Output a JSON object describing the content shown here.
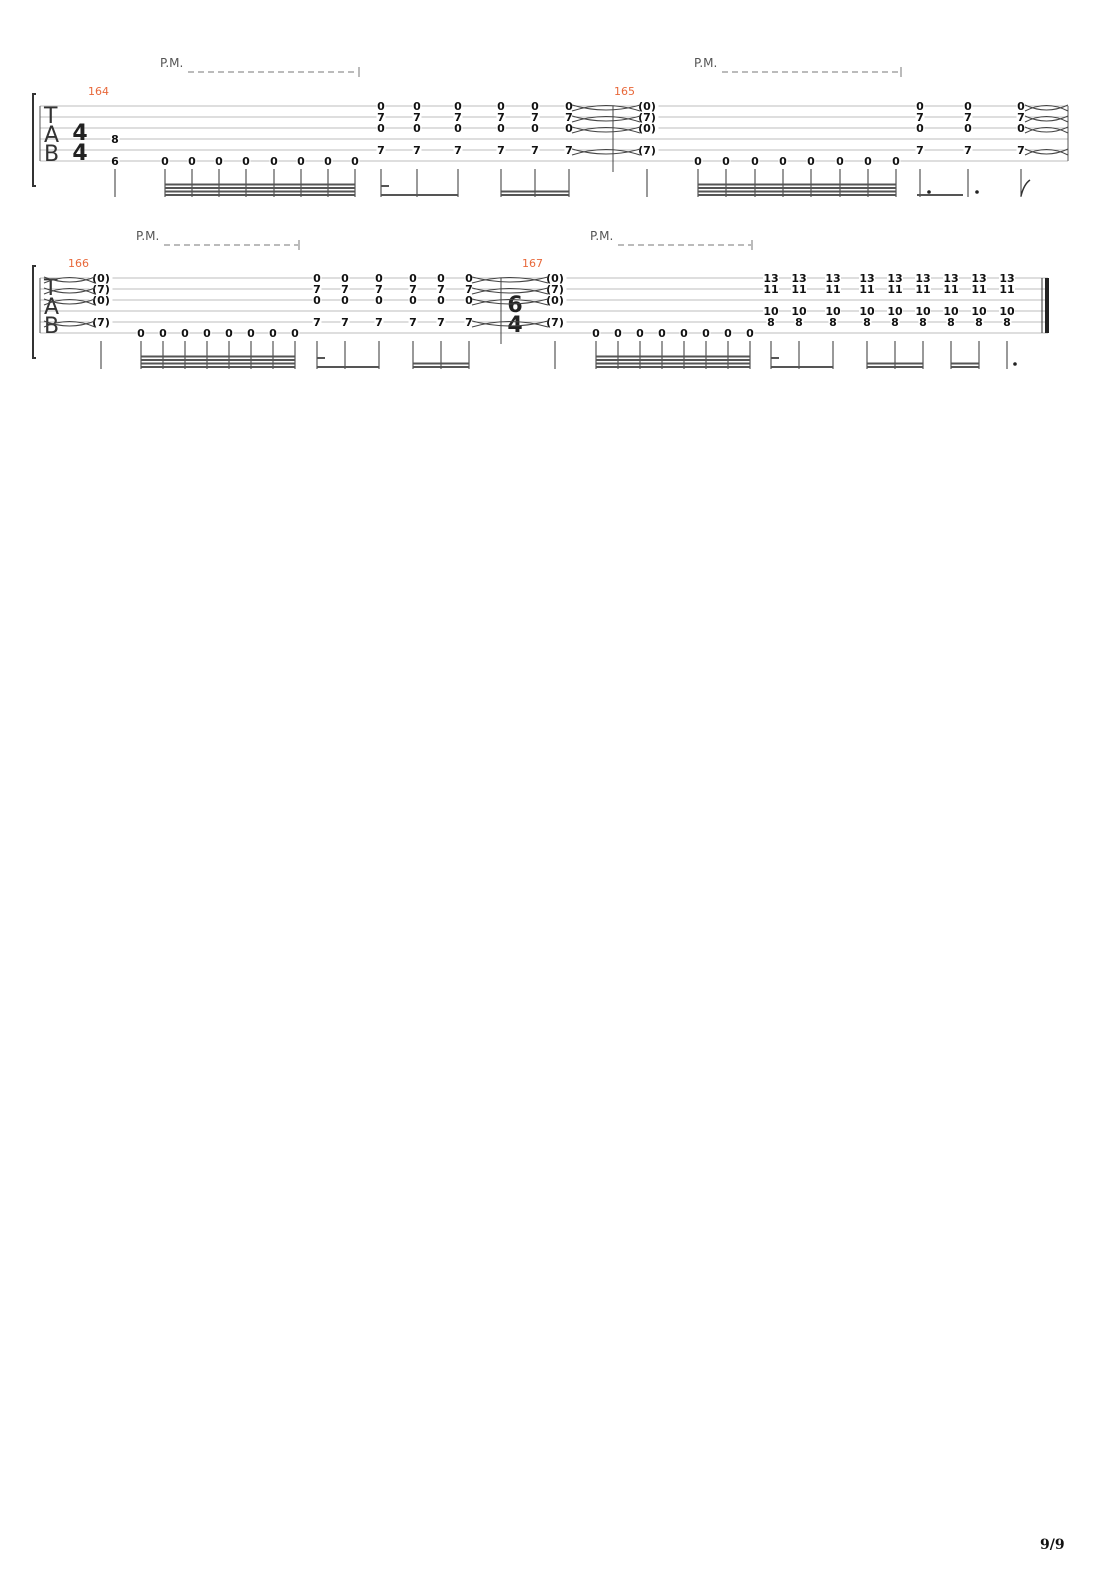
{
  "page": {
    "number_label": "9/9"
  },
  "palm_mute_label": "P.M.",
  "clef_letters": [
    "T",
    "A",
    "B"
  ],
  "systems": [
    {
      "palm_mutes": [
        {
          "label": "P.M."
        },
        {
          "label": "P.M."
        }
      ],
      "measures": [
        {
          "number": "164",
          "time_signature": {
            "top": "4",
            "bottom": "4"
          },
          "events": [
            {
              "notes": [
                {
                  "s": 4,
                  "f": "8"
                },
                {
                  "s": 6,
                  "f": "6"
                }
              ]
            },
            {
              "notes": [
                {
                  "s": 6,
                  "f": "0"
                }
              ]
            },
            {
              "notes": [
                {
                  "s": 6,
                  "f": "0"
                }
              ]
            },
            {
              "notes": [
                {
                  "s": 6,
                  "f": "0"
                }
              ]
            },
            {
              "notes": [
                {
                  "s": 6,
                  "f": "0"
                }
              ]
            },
            {
              "notes": [
                {
                  "s": 6,
                  "f": "0"
                }
              ]
            },
            {
              "notes": [
                {
                  "s": 6,
                  "f": "0"
                }
              ]
            },
            {
              "notes": [
                {
                  "s": 6,
                  "f": "0"
                }
              ]
            },
            {
              "notes": [
                {
                  "s": 6,
                  "f": "0"
                }
              ]
            },
            {
              "notes": [
                {
                  "s": 1,
                  "f": "0"
                },
                {
                  "s": 2,
                  "f": "7"
                },
                {
                  "s": 3,
                  "f": "0"
                },
                {
                  "s": 5,
                  "f": "7"
                }
              ]
            },
            {
              "notes": [
                {
                  "s": 1,
                  "f": "0"
                },
                {
                  "s": 2,
                  "f": "7"
                },
                {
                  "s": 3,
                  "f": "0"
                },
                {
                  "s": 5,
                  "f": "7"
                }
              ]
            },
            {
              "notes": [
                {
                  "s": 1,
                  "f": "0"
                },
                {
                  "s": 2,
                  "f": "7"
                },
                {
                  "s": 3,
                  "f": "0"
                },
                {
                  "s": 5,
                  "f": "7"
                }
              ]
            },
            {
              "notes": [
                {
                  "s": 1,
                  "f": "0"
                },
                {
                  "s": 2,
                  "f": "7"
                },
                {
                  "s": 3,
                  "f": "0"
                },
                {
                  "s": 5,
                  "f": "7"
                }
              ]
            },
            {
              "notes": [
                {
                  "s": 1,
                  "f": "0"
                },
                {
                  "s": 2,
                  "f": "7"
                },
                {
                  "s": 3,
                  "f": "0"
                },
                {
                  "s": 5,
                  "f": "7"
                }
              ]
            },
            {
              "notes": [
                {
                  "s": 1,
                  "f": "0"
                },
                {
                  "s": 2,
                  "f": "7"
                },
                {
                  "s": 3,
                  "f": "0"
                },
                {
                  "s": 5,
                  "f": "7"
                }
              ]
            }
          ]
        },
        {
          "number": "165",
          "events": [
            {
              "notes": [
                {
                  "s": 1,
                  "f": "(0)"
                },
                {
                  "s": 2,
                  "f": "(7)"
                },
                {
                  "s": 3,
                  "f": "(0)"
                },
                {
                  "s": 5,
                  "f": "(7)"
                }
              ]
            },
            {
              "notes": [
                {
                  "s": 6,
                  "f": "0"
                }
              ]
            },
            {
              "notes": [
                {
                  "s": 6,
                  "f": "0"
                }
              ]
            },
            {
              "notes": [
                {
                  "s": 6,
                  "f": "0"
                }
              ]
            },
            {
              "notes": [
                {
                  "s": 6,
                  "f": "0"
                }
              ]
            },
            {
              "notes": [
                {
                  "s": 6,
                  "f": "0"
                }
              ]
            },
            {
              "notes": [
                {
                  "s": 6,
                  "f": "0"
                }
              ]
            },
            {
              "notes": [
                {
                  "s": 6,
                  "f": "0"
                }
              ]
            },
            {
              "notes": [
                {
                  "s": 6,
                  "f": "0"
                }
              ]
            },
            {
              "notes": [
                {
                  "s": 1,
                  "f": "0"
                },
                {
                  "s": 2,
                  "f": "7"
                },
                {
                  "s": 3,
                  "f": "0"
                },
                {
                  "s": 5,
                  "f": "7"
                }
              ]
            },
            {
              "notes": [
                {
                  "s": 1,
                  "f": "0"
                },
                {
                  "s": 2,
                  "f": "7"
                },
                {
                  "s": 3,
                  "f": "0"
                },
                {
                  "s": 5,
                  "f": "7"
                }
              ]
            },
            {
              "notes": [
                {
                  "s": 1,
                  "f": "0"
                },
                {
                  "s": 2,
                  "f": "7"
                },
                {
                  "s": 3,
                  "f": "0"
                },
                {
                  "s": 5,
                  "f": "7"
                }
              ]
            }
          ]
        }
      ]
    },
    {
      "palm_mutes": [
        {
          "label": "P.M."
        },
        {
          "label": "P.M."
        }
      ],
      "measures": [
        {
          "number": "166",
          "events": [
            {
              "notes": [
                {
                  "s": 1,
                  "f": "(0)"
                },
                {
                  "s": 2,
                  "f": "(7)"
                },
                {
                  "s": 3,
                  "f": "(0)"
                },
                {
                  "s": 5,
                  "f": "(7)"
                }
              ]
            },
            {
              "notes": [
                {
                  "s": 6,
                  "f": "0"
                }
              ]
            },
            {
              "notes": [
                {
                  "s": 6,
                  "f": "0"
                }
              ]
            },
            {
              "notes": [
                {
                  "s": 6,
                  "f": "0"
                }
              ]
            },
            {
              "notes": [
                {
                  "s": 6,
                  "f": "0"
                }
              ]
            },
            {
              "notes": [
                {
                  "s": 6,
                  "f": "0"
                }
              ]
            },
            {
              "notes": [
                {
                  "s": 6,
                  "f": "0"
                }
              ]
            },
            {
              "notes": [
                {
                  "s": 6,
                  "f": "0"
                }
              ]
            },
            {
              "notes": [
                {
                  "s": 6,
                  "f": "0"
                }
              ]
            },
            {
              "notes": [
                {
                  "s": 1,
                  "f": "0"
                },
                {
                  "s": 2,
                  "f": "7"
                },
                {
                  "s": 3,
                  "f": "0"
                },
                {
                  "s": 5,
                  "f": "7"
                }
              ]
            },
            {
              "notes": [
                {
                  "s": 1,
                  "f": "0"
                },
                {
                  "s": 2,
                  "f": "7"
                },
                {
                  "s": 3,
                  "f": "0"
                },
                {
                  "s": 5,
                  "f": "7"
                }
              ]
            },
            {
              "notes": [
                {
                  "s": 1,
                  "f": "0"
                },
                {
                  "s": 2,
                  "f": "7"
                },
                {
                  "s": 3,
                  "f": "0"
                },
                {
                  "s": 5,
                  "f": "7"
                }
              ]
            },
            {
              "notes": [
                {
                  "s": 1,
                  "f": "0"
                },
                {
                  "s": 2,
                  "f": "7"
                },
                {
                  "s": 3,
                  "f": "0"
                },
                {
                  "s": 5,
                  "f": "7"
                }
              ]
            },
            {
              "notes": [
                {
                  "s": 1,
                  "f": "0"
                },
                {
                  "s": 2,
                  "f": "7"
                },
                {
                  "s": 3,
                  "f": "0"
                },
                {
                  "s": 5,
                  "f": "7"
                }
              ]
            },
            {
              "notes": [
                {
                  "s": 1,
                  "f": "0"
                },
                {
                  "s": 2,
                  "f": "7"
                },
                {
                  "s": 3,
                  "f": "0"
                },
                {
                  "s": 5,
                  "f": "7"
                }
              ]
            }
          ]
        },
        {
          "number": "167",
          "time_signature": {
            "top": "6",
            "bottom": "4"
          },
          "events": [
            {
              "notes": [
                {
                  "s": 1,
                  "f": "(0)"
                },
                {
                  "s": 2,
                  "f": "(7)"
                },
                {
                  "s": 3,
                  "f": "(0)"
                },
                {
                  "s": 5,
                  "f": "(7)"
                }
              ]
            },
            {
              "notes": [
                {
                  "s": 6,
                  "f": "0"
                }
              ]
            },
            {
              "notes": [
                {
                  "s": 6,
                  "f": "0"
                }
              ]
            },
            {
              "notes": [
                {
                  "s": 6,
                  "f": "0"
                }
              ]
            },
            {
              "notes": [
                {
                  "s": 6,
                  "f": "0"
                }
              ]
            },
            {
              "notes": [
                {
                  "s": 6,
                  "f": "0"
                }
              ]
            },
            {
              "notes": [
                {
                  "s": 6,
                  "f": "0"
                }
              ]
            },
            {
              "notes": [
                {
                  "s": 6,
                  "f": "0"
                }
              ]
            },
            {
              "notes": [
                {
                  "s": 6,
                  "f": "0"
                }
              ]
            },
            {
              "notes": [
                {
                  "s": 1,
                  "f": "13"
                },
                {
                  "s": 2,
                  "f": "11"
                },
                {
                  "s": 4,
                  "f": "10"
                },
                {
                  "s": 5,
                  "f": "8"
                }
              ]
            },
            {
              "notes": [
                {
                  "s": 1,
                  "f": "13"
                },
                {
                  "s": 2,
                  "f": "11"
                },
                {
                  "s": 4,
                  "f": "10"
                },
                {
                  "s": 5,
                  "f": "8"
                }
              ]
            },
            {
              "notes": [
                {
                  "s": 1,
                  "f": "13"
                },
                {
                  "s": 2,
                  "f": "11"
                },
                {
                  "s": 4,
                  "f": "10"
                },
                {
                  "s": 5,
                  "f": "8"
                }
              ]
            },
            {
              "notes": [
                {
                  "s": 1,
                  "f": "13"
                },
                {
                  "s": 2,
                  "f": "11"
                },
                {
                  "s": 4,
                  "f": "10"
                },
                {
                  "s": 5,
                  "f": "8"
                }
              ]
            },
            {
              "notes": [
                {
                  "s": 1,
                  "f": "13"
                },
                {
                  "s": 2,
                  "f": "11"
                },
                {
                  "s": 4,
                  "f": "10"
                },
                {
                  "s": 5,
                  "f": "8"
                }
              ]
            },
            {
              "notes": [
                {
                  "s": 1,
                  "f": "13"
                },
                {
                  "s": 2,
                  "f": "11"
                },
                {
                  "s": 4,
                  "f": "10"
                },
                {
                  "s": 5,
                  "f": "8"
                }
              ]
            },
            {
              "notes": [
                {
                  "s": 1,
                  "f": "13"
                },
                {
                  "s": 2,
                  "f": "11"
                },
                {
                  "s": 4,
                  "f": "10"
                },
                {
                  "s": 5,
                  "f": "8"
                }
              ]
            },
            {
              "notes": [
                {
                  "s": 1,
                  "f": "13"
                },
                {
                  "s": 2,
                  "f": "11"
                },
                {
                  "s": 4,
                  "f": "10"
                },
                {
                  "s": 5,
                  "f": "8"
                }
              ]
            },
            {
              "notes": [
                {
                  "s": 1,
                  "f": "13"
                },
                {
                  "s": 2,
                  "f": "11"
                },
                {
                  "s": 4,
                  "f": "10"
                },
                {
                  "s": 5,
                  "f": "8"
                }
              ]
            }
          ]
        }
      ]
    }
  ]
}
